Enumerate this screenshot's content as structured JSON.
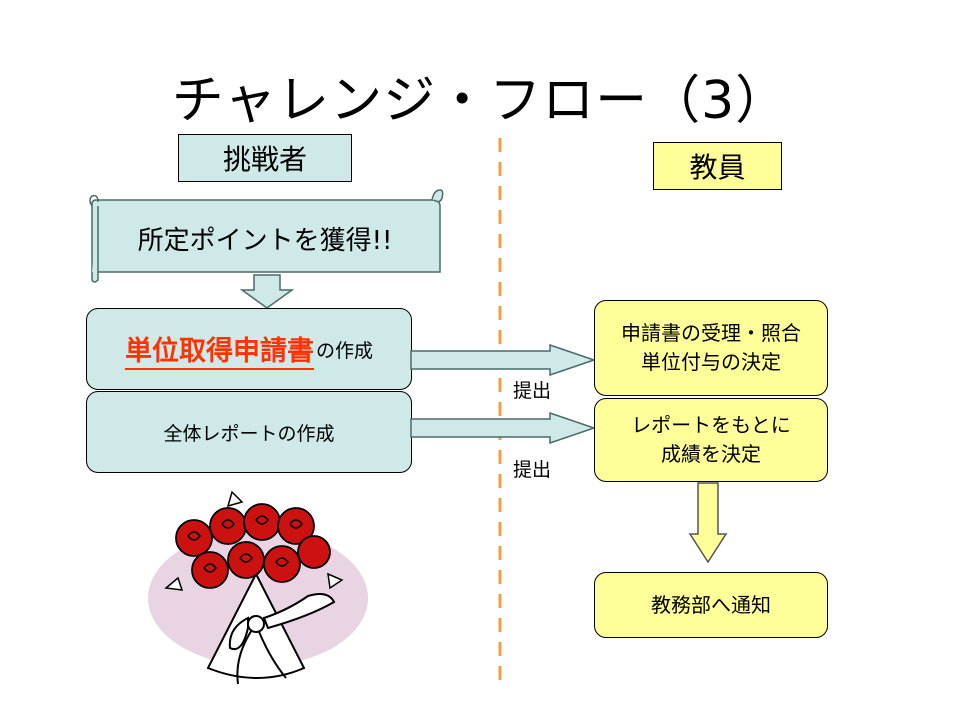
{
  "title": "チャレンジ・フロー（3）",
  "left_header": "挑戦者",
  "right_header": "教員",
  "scroll_text": "所定ポイントを獲得!!",
  "step1": {
    "emphasis": "単位取得申請書",
    "suffix": "の作成"
  },
  "step2": "全体レポートの作成",
  "submit_label_1": "提出",
  "submit_label_2": "提出",
  "right_box_1": {
    "line1": "申請書の受理・照合",
    "line2": "単位付与の決定"
  },
  "right_box_2": {
    "line1": "レポートをもとに",
    "line2": "成績を決定"
  },
  "right_box_3": "教務部へ通知",
  "colors": {
    "teal_box": "#cfe8e8",
    "yellow_box": "#ffff99",
    "divider": "#f0a040",
    "emphasis": "#ff3300"
  },
  "clipart": "rose-bouquet-icon"
}
